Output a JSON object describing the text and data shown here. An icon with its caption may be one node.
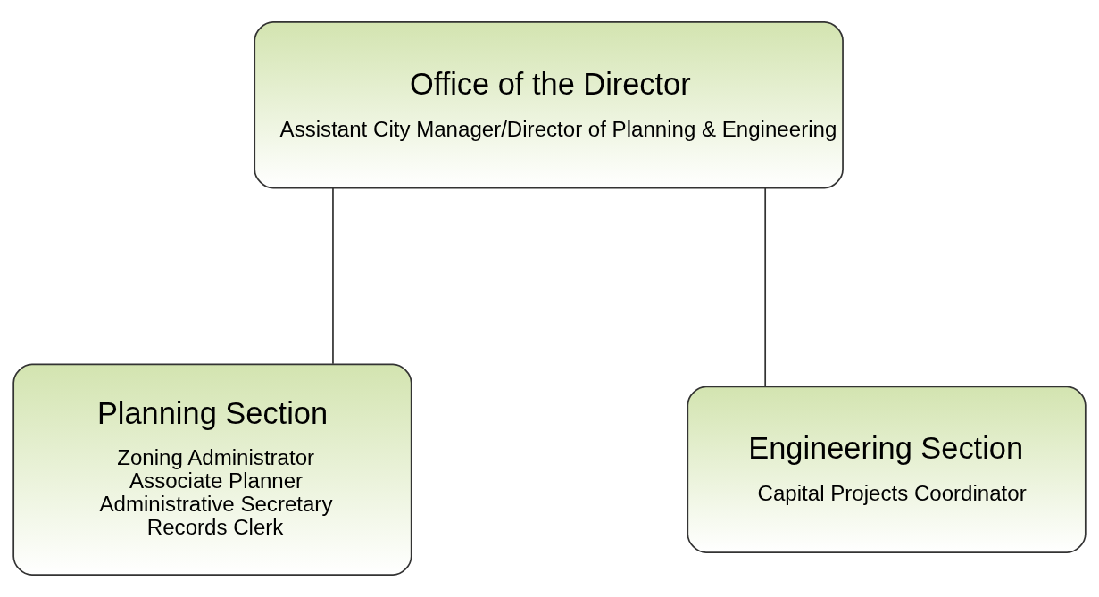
{
  "diagram": {
    "nodes": [
      {
        "text": [
          "Office of the Director",
          "Assistant City Manager/Director of Planning & Engineering"
        ]
      },
      {
        "text": [
          "Planning Section",
          "Zoning Administrator",
          "Associate Planner",
          "Administrative Secretary",
          "Records Clerk"
        ]
      },
      {
        "text": [
          "Engineering Section",
          "Capital Projects Coordinator"
        ]
      }
    ],
    "edges": [
      {
        "from": 0,
        "to": 1,
        "arrow": "none"
      },
      {
        "from": 0,
        "to": 2,
        "arrow": "none"
      }
    ]
  }
}
